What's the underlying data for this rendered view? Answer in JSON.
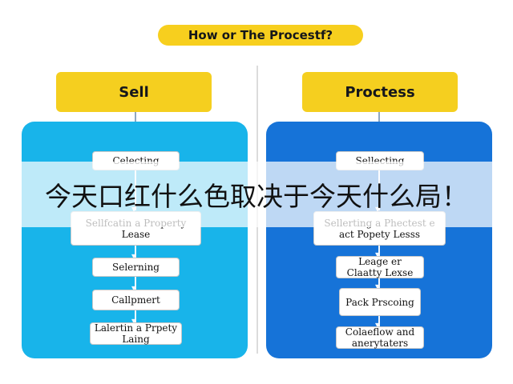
{
  "title": "How or The Procestf?",
  "left_column": {
    "header": "Sell",
    "steps": [
      "Celecting",
      "Sellfcatin a Property Lease",
      "Selerning",
      "Callpmert",
      "Lalertin a Prpety Laing"
    ]
  },
  "right_column": {
    "header": "Proctess",
    "steps": [
      "Sellecting",
      "Sellerting a Phectest e act Popety Lesss",
      "Leage er Claatty Lexse",
      "Pack Prscoing",
      "Colaeflow and anerytaters"
    ]
  },
  "overlay_caption": "今天口红什么色取决于今天什么局！",
  "colors": {
    "accent_yellow": "#f5cf1f",
    "left_panel": "#18b4ea",
    "right_panel": "#1673d8"
  }
}
